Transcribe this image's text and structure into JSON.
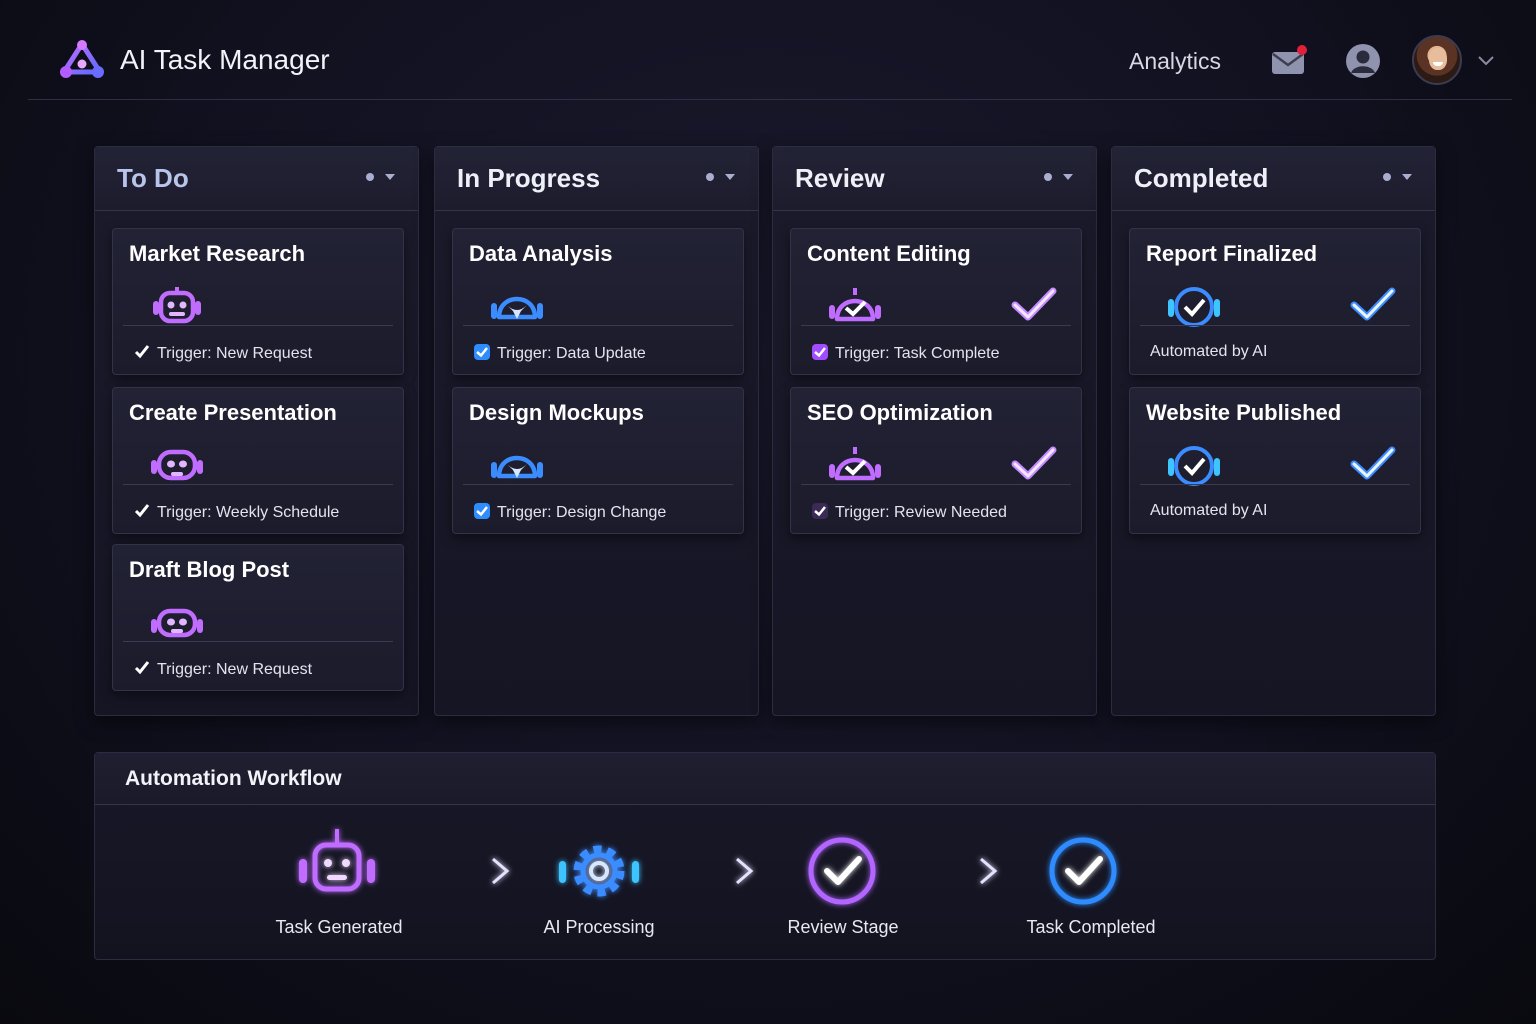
{
  "app": {
    "title": "AI Task Manager"
  },
  "nav": {
    "analytics": "Analytics"
  },
  "icons": {
    "logo": "ai-logo-icon",
    "mail": "mail-icon",
    "user": "user-icon",
    "chevron": "chevron-down-icon"
  },
  "colors": {
    "purple": "#b266ff",
    "blue": "#2f8cff",
    "background": "#111120"
  },
  "columns": [
    {
      "title": "To Do",
      "cards": [
        {
          "title": "Market Research",
          "label_prefix": "Trigger:",
          "label": "New Request"
        },
        {
          "title": "Create Presentation",
          "label_prefix": "Trigger:",
          "label": "Weekly Schedule"
        },
        {
          "title": "Draft Blog Post",
          "label_prefix": "Trigger:",
          "label": "New Request"
        }
      ]
    },
    {
      "title": "In Progress",
      "cards": [
        {
          "title": "Data Analysis",
          "label_prefix": "Trigger:",
          "label": "Data Update"
        },
        {
          "title": "Design Mockups",
          "label_prefix": "Trigger:",
          "label": "Design Change"
        }
      ]
    },
    {
      "title": "Review",
      "cards": [
        {
          "title": "Content Editing",
          "label_prefix": "Trigger:",
          "label": "Task Complete"
        },
        {
          "title": "SEO Optimization",
          "label_prefix": "Trigger:",
          "label": "Review Needed"
        }
      ]
    },
    {
      "title": "Completed",
      "cards": [
        {
          "title": "Report Finalized",
          "label_prefix": "",
          "label": "Automated by AI"
        },
        {
          "title": "Website Published",
          "label_prefix": "",
          "label": "Automated by AI"
        }
      ]
    }
  ],
  "workflow": {
    "title": "Automation Workflow",
    "steps": [
      "Task Generated",
      "AI Processing",
      "Review Stage",
      "Task Completed"
    ]
  }
}
